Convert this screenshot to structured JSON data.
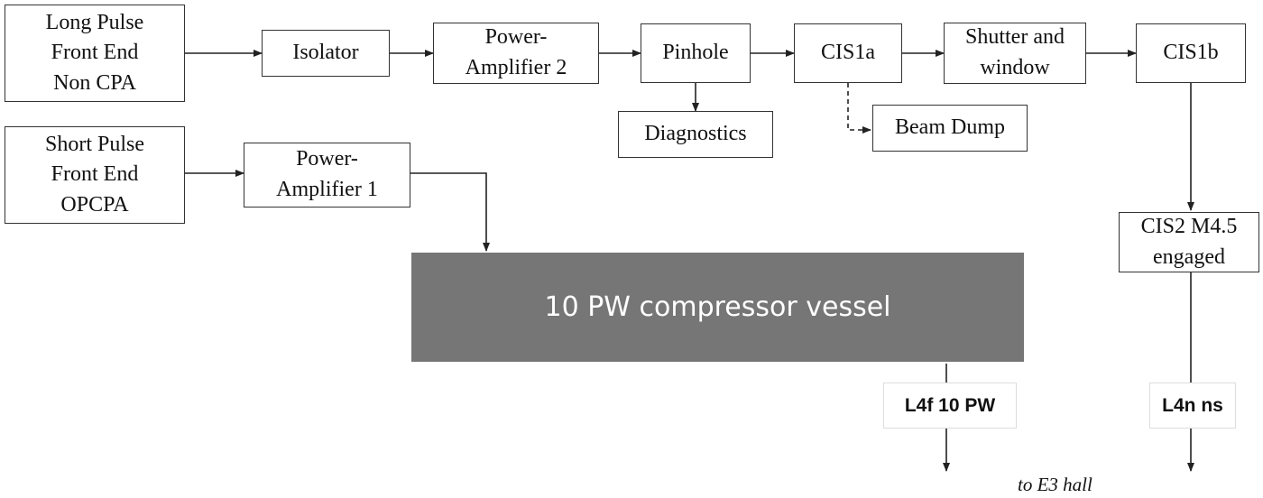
{
  "blocks": {
    "long_pulse": "Long Pulse\nFront End\nNon CPA",
    "isolator": "Isolator",
    "power_amp_2": "Power-\nAmplifier 2",
    "pinhole": "Pinhole",
    "cis1a": "CIS1a",
    "shutter_window": "Shutter and\nwindow",
    "cis1b": "CIS1b",
    "diagnostics": "Diagnostics",
    "beam_dump": "Beam Dump",
    "short_pulse": "Short Pulse\nFront End\nOPCPA",
    "power_amp_1": "Power-\nAmplifier 1",
    "cis2": "CIS2 M4.5\nengaged",
    "compressor": "10 PW compressor vessel"
  },
  "outputs": {
    "l4f": "L4f 10 PW",
    "l4n": "L4n ns",
    "destination": "to E3 hall"
  },
  "colors": {
    "line": "#222222",
    "vessel": "#767676",
    "vessel_text": "#ffffff"
  }
}
